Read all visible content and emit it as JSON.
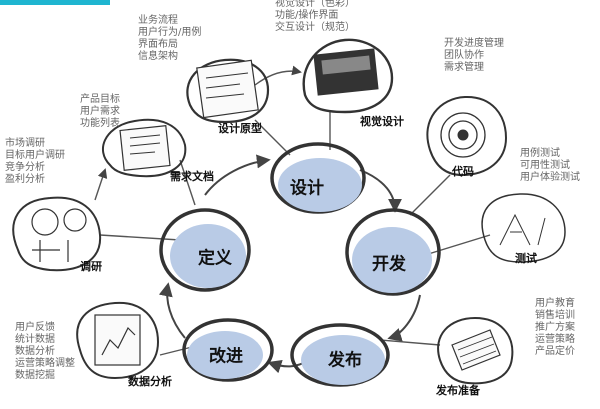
{
  "phases": [
    {
      "id": "design",
      "label": "设计"
    },
    {
      "id": "develop",
      "label": "开发"
    },
    {
      "id": "release",
      "label": "发布"
    },
    {
      "id": "improve",
      "label": "改进"
    },
    {
      "id": "define",
      "label": "定义"
    }
  ],
  "nodes": [
    {
      "id": "research",
      "label": "调研",
      "notes": "市场调研\n目标用户调研\n竞争分析\n盈利分析"
    },
    {
      "id": "requirements",
      "label": "需求文档",
      "notes": "产品目标\n用户需求\n功能列表"
    },
    {
      "id": "prototype",
      "label": "设计原型",
      "notes": "业务流程\n用户行为/用例\n界面布局\n信息架构"
    },
    {
      "id": "visual",
      "label": "视觉设计",
      "notes": "视觉设计（色彩）\n功能/操作界面\n交互设计（规范）"
    },
    {
      "id": "code",
      "label": "代码",
      "notes": "开发进度管理\n团队协作\n需求管理"
    },
    {
      "id": "testing",
      "label": "测试",
      "notes": "用例测试\n可用性测试\n用户体验测试"
    },
    {
      "id": "release-prep",
      "label": "发布准备",
      "notes": "用户教育\n销售培训\n推广方案\n运营策略\n产品定价"
    },
    {
      "id": "analysis",
      "label": "数据分析",
      "notes": "用户反馈\n统计数据\n数据分析\n运营策略调整\n数据挖掘"
    }
  ],
  "colors": {
    "phase_fill": "#b9cbe6",
    "stroke": "#333333",
    "accent": "#1fb5d0"
  }
}
